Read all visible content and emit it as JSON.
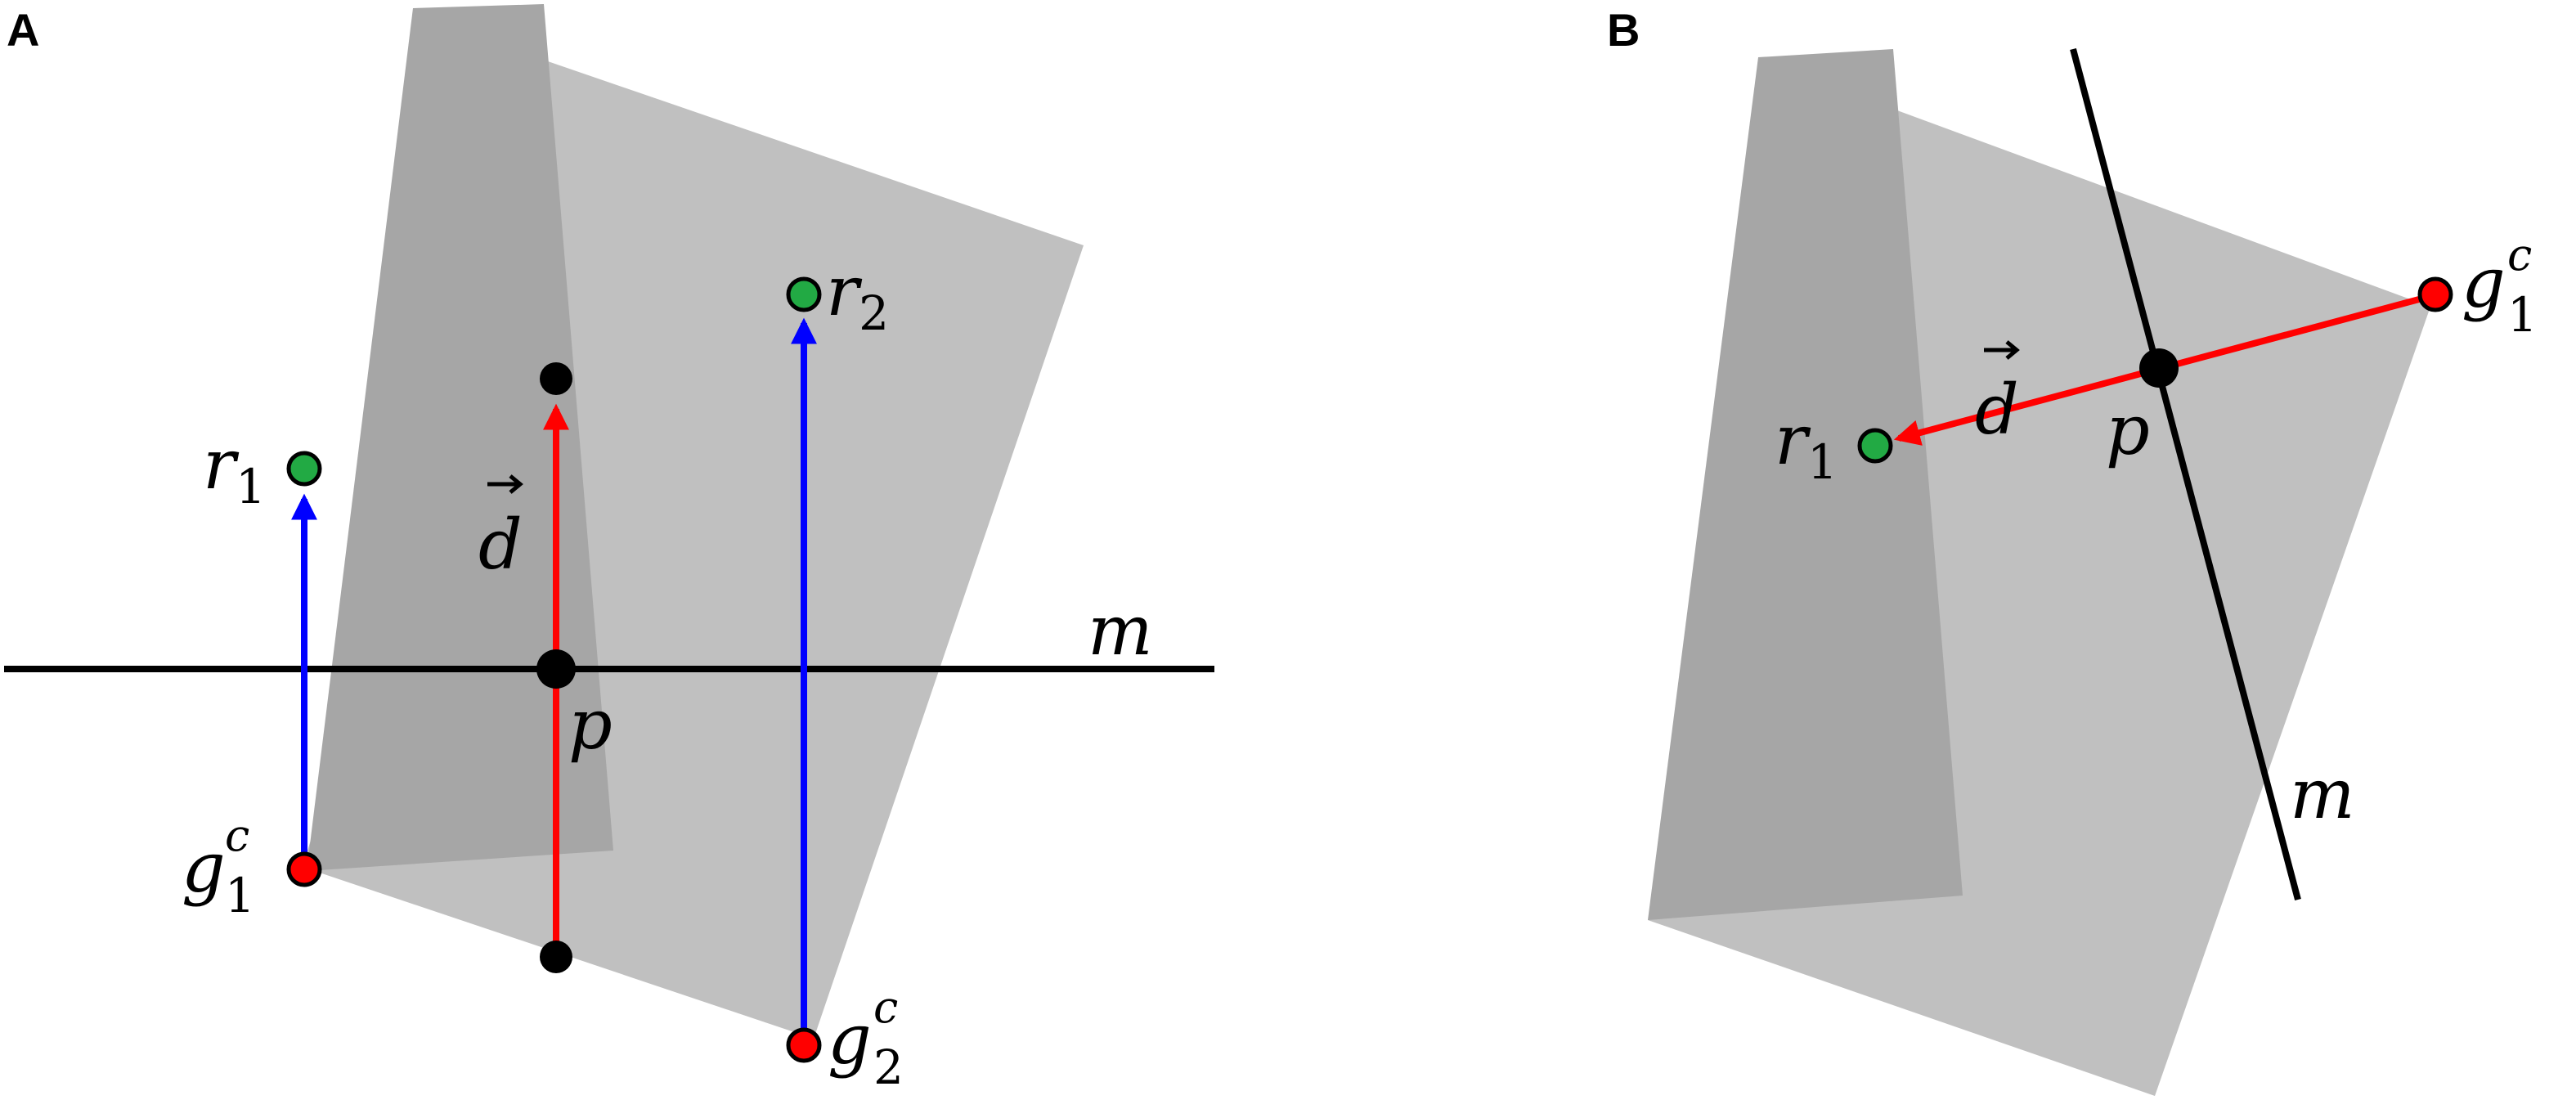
{
  "panels": {
    "a": {
      "label": "A",
      "line_label": "m",
      "point_label": "p",
      "vector_label": "d",
      "r1": {
        "base": "r",
        "sub": "1"
      },
      "r2": {
        "base": "r",
        "sub": "2"
      },
      "g1": {
        "base": "g",
        "sub": "1",
        "sup": "c"
      },
      "g2": {
        "base": "g",
        "sub": "2",
        "sup": "c"
      }
    },
    "b": {
      "label": "B",
      "line_label": "m",
      "point_label": "p",
      "vector_label": "d",
      "r1": {
        "base": "r",
        "sub": "1"
      },
      "g1": {
        "base": "g",
        "sub": "1",
        "sup": "c"
      }
    }
  },
  "colors": {
    "dark_polygon": "#a6a6a6",
    "light_polygon": "#c0c0c0",
    "red": "#ff0000",
    "blue": "#0000ff",
    "green": "#22aa44",
    "black": "#000000"
  }
}
